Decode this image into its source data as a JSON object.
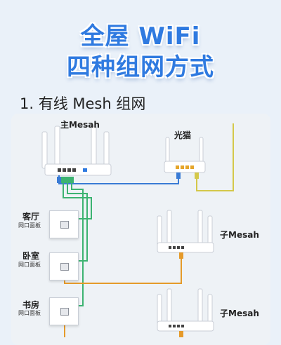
{
  "header": {
    "title_line1": "全屋 WiFi",
    "title_line2": "四种组网方式"
  },
  "section": {
    "title": "1. 有线 Mesh 组网"
  },
  "devices": {
    "main_router": "主Mesah",
    "modem": "光猫",
    "sub_router_1": "子Mesah",
    "sub_router_2": "子Mesah"
  },
  "rooms": [
    {
      "name": "客厅",
      "plate": "网口面板"
    },
    {
      "name": "卧室",
      "plate": "网口面板"
    },
    {
      "name": "书房",
      "plate": "网口面板"
    }
  ],
  "colors": {
    "title": "#2f7ae0",
    "cable_green": "#3cb371",
    "cable_blue": "#3a7bd5",
    "cable_yellow": "#d4c84a",
    "cable_orange": "#e59a2a"
  }
}
